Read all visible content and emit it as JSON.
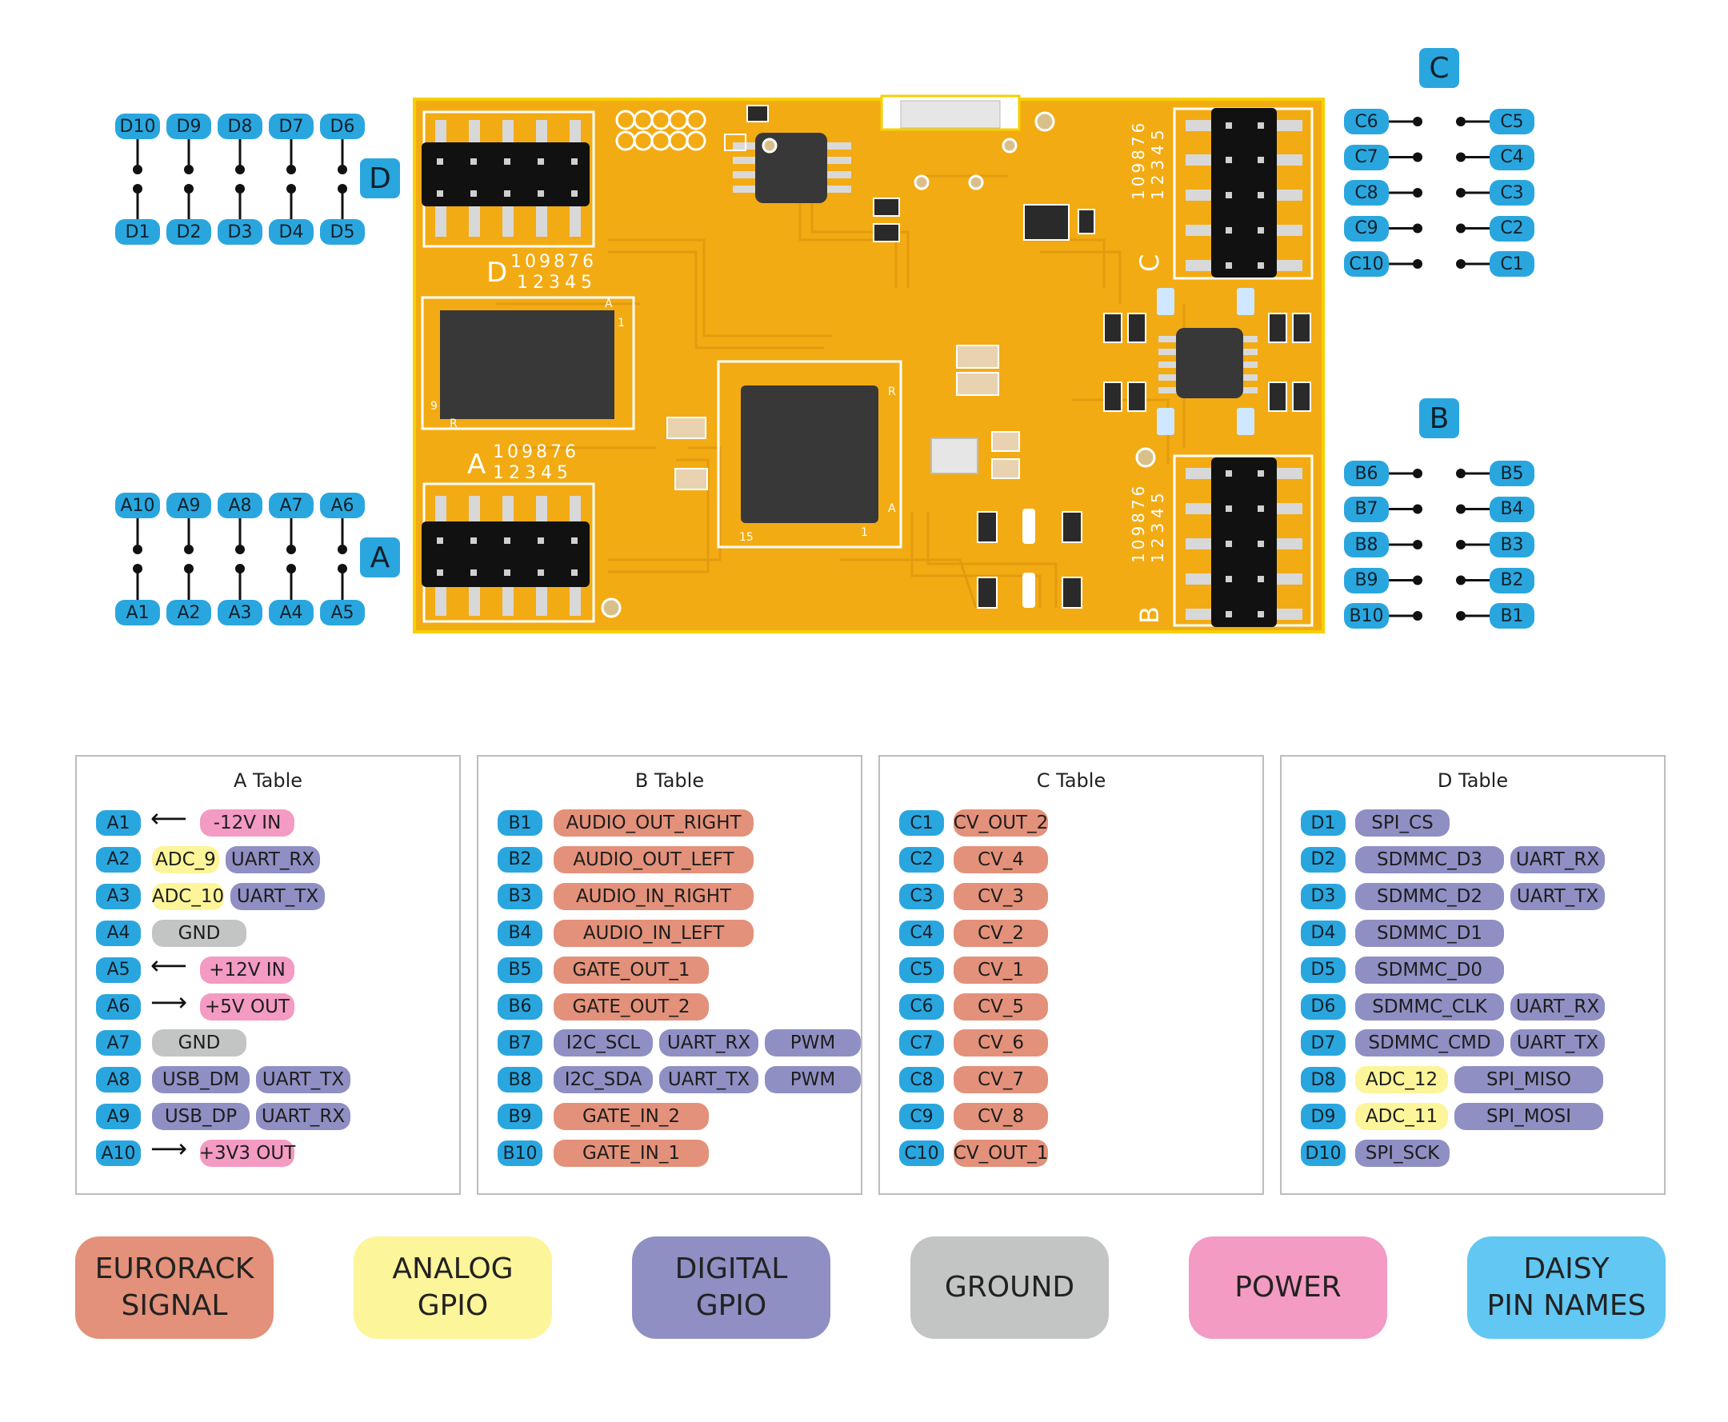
{
  "board": {
    "header_labels": {
      "A": "A",
      "B": "B",
      "C": "C",
      "D": "D"
    },
    "silk_numbers_top": "109876",
    "silk_numbers_bottom": "12345",
    "chip_marks": {
      "one": "1",
      "r": "R",
      "a": "A",
      "fifteen": "15",
      "nine": "9"
    }
  },
  "header_pins": {
    "D": {
      "top": [
        "D10",
        "D9",
        "D8",
        "D7",
        "D6"
      ],
      "bottom": [
        "D1",
        "D2",
        "D3",
        "D4",
        "D5"
      ]
    },
    "A": {
      "top": [
        "A10",
        "A9",
        "A8",
        "A7",
        "A6"
      ],
      "bottom": [
        "A1",
        "A2",
        "A3",
        "A4",
        "A5"
      ]
    },
    "C": {
      "left": [
        "C6",
        "C7",
        "C8",
        "C9",
        "C10"
      ],
      "right": [
        "C5",
        "C4",
        "C3",
        "C2",
        "C1"
      ]
    },
    "B": {
      "left": [
        "B6",
        "B7",
        "B8",
        "B9",
        "B10"
      ],
      "right": [
        "B5",
        "B4",
        "B3",
        "B2",
        "B1"
      ]
    }
  },
  "tables": [
    {
      "title": "A Table",
      "rows": [
        {
          "pin": "A1",
          "arrow": "⟵",
          "tags": [
            {
              "text": "-12V IN",
              "cat": "power"
            }
          ]
        },
        {
          "pin": "A2",
          "tags": [
            {
              "text": "ADC_9",
              "cat": "analog"
            },
            {
              "text": "UART_RX",
              "cat": "digital"
            }
          ]
        },
        {
          "pin": "A3",
          "tags": [
            {
              "text": "ADC_10",
              "cat": "analog"
            },
            {
              "text": "UART_TX",
              "cat": "digital"
            }
          ]
        },
        {
          "pin": "A4",
          "tags": [
            {
              "text": "GND",
              "cat": "ground"
            }
          ]
        },
        {
          "pin": "A5",
          "arrow": "⟵",
          "tags": [
            {
              "text": "+12V IN",
              "cat": "power"
            }
          ]
        },
        {
          "pin": "A6",
          "arrow": "⟶",
          "tags": [
            {
              "text": "+5V OUT",
              "cat": "power"
            }
          ]
        },
        {
          "pin": "A7",
          "tags": [
            {
              "text": "GND",
              "cat": "ground"
            }
          ]
        },
        {
          "pin": "A8",
          "tags": [
            {
              "text": "USB_DM",
              "cat": "digital"
            },
            {
              "text": "UART_TX",
              "cat": "digital"
            }
          ]
        },
        {
          "pin": "A9",
          "tags": [
            {
              "text": "USB_DP",
              "cat": "digital"
            },
            {
              "text": "UART_RX",
              "cat": "digital"
            }
          ]
        },
        {
          "pin": "A10",
          "arrow": "⟶",
          "tags": [
            {
              "text": "+3V3 OUT",
              "cat": "power"
            }
          ]
        }
      ]
    },
    {
      "title": "B Table",
      "rows": [
        {
          "pin": "B1",
          "tags": [
            {
              "text": "AUDIO_OUT_RIGHT",
              "cat": "signal"
            }
          ]
        },
        {
          "pin": "B2",
          "tags": [
            {
              "text": "AUDIO_OUT_LEFT",
              "cat": "signal"
            }
          ]
        },
        {
          "pin": "B3",
          "tags": [
            {
              "text": "AUDIO_IN_RIGHT",
              "cat": "signal"
            }
          ]
        },
        {
          "pin": "B4",
          "tags": [
            {
              "text": "AUDIO_IN_LEFT",
              "cat": "signal"
            }
          ]
        },
        {
          "pin": "B5",
          "tags": [
            {
              "text": "GATE_OUT_1",
              "cat": "signal"
            }
          ]
        },
        {
          "pin": "B6",
          "tags": [
            {
              "text": "GATE_OUT_2",
              "cat": "signal"
            }
          ]
        },
        {
          "pin": "B7",
          "tags": [
            {
              "text": "I2C_SCL",
              "cat": "digital"
            },
            {
              "text": "UART_RX",
              "cat": "digital"
            },
            {
              "text": "PWM",
              "cat": "digital"
            }
          ]
        },
        {
          "pin": "B8",
          "tags": [
            {
              "text": "I2C_SDA",
              "cat": "digital"
            },
            {
              "text": "UART_TX",
              "cat": "digital"
            },
            {
              "text": "PWM",
              "cat": "digital"
            }
          ]
        },
        {
          "pin": "B9",
          "tags": [
            {
              "text": "GATE_IN_2",
              "cat": "signal"
            }
          ]
        },
        {
          "pin": "B10",
          "tags": [
            {
              "text": "GATE_IN_1",
              "cat": "signal"
            }
          ]
        }
      ]
    },
    {
      "title": "C Table",
      "rows": [
        {
          "pin": "C1",
          "tags": [
            {
              "text": "CV_OUT_2",
              "cat": "signal"
            }
          ]
        },
        {
          "pin": "C2",
          "tags": [
            {
              "text": "CV_4",
              "cat": "signal"
            }
          ]
        },
        {
          "pin": "C3",
          "tags": [
            {
              "text": "CV_3",
              "cat": "signal"
            }
          ]
        },
        {
          "pin": "C4",
          "tags": [
            {
              "text": "CV_2",
              "cat": "signal"
            }
          ]
        },
        {
          "pin": "C5",
          "tags": [
            {
              "text": "CV_1",
              "cat": "signal"
            }
          ]
        },
        {
          "pin": "C6",
          "tags": [
            {
              "text": "CV_5",
              "cat": "signal"
            }
          ]
        },
        {
          "pin": "C7",
          "tags": [
            {
              "text": "CV_6",
              "cat": "signal"
            }
          ]
        },
        {
          "pin": "C8",
          "tags": [
            {
              "text": "CV_7",
              "cat": "signal"
            }
          ]
        },
        {
          "pin": "C9",
          "tags": [
            {
              "text": "CV_8",
              "cat": "signal"
            }
          ]
        },
        {
          "pin": "C10",
          "tags": [
            {
              "text": "CV_OUT_1",
              "cat": "signal"
            }
          ]
        }
      ]
    },
    {
      "title": "D Table",
      "rows": [
        {
          "pin": "D1",
          "tags": [
            {
              "text": "SPI_CS",
              "cat": "digital"
            }
          ]
        },
        {
          "pin": "D2",
          "tags": [
            {
              "text": "SDMMC_D3",
              "cat": "digital"
            },
            {
              "text": "UART_RX",
              "cat": "digital"
            }
          ]
        },
        {
          "pin": "D3",
          "tags": [
            {
              "text": "SDMMC_D2",
              "cat": "digital"
            },
            {
              "text": "UART_TX",
              "cat": "digital"
            }
          ]
        },
        {
          "pin": "D4",
          "tags": [
            {
              "text": "SDMMC_D1",
              "cat": "digital"
            }
          ]
        },
        {
          "pin": "D5",
          "tags": [
            {
              "text": "SDMMC_D0",
              "cat": "digital"
            }
          ]
        },
        {
          "pin": "D6",
          "tags": [
            {
              "text": "SDMMC_CLK",
              "cat": "digital"
            },
            {
              "text": "UART_RX",
              "cat": "digital"
            }
          ]
        },
        {
          "pin": "D7",
          "tags": [
            {
              "text": "SDMMC_CMD",
              "cat": "digital"
            },
            {
              "text": "UART_TX",
              "cat": "digital"
            }
          ]
        },
        {
          "pin": "D8",
          "tags": [
            {
              "text": "ADC_12",
              "cat": "analog"
            },
            {
              "text": "SPI_MISO",
              "cat": "digital"
            }
          ]
        },
        {
          "pin": "D9",
          "tags": [
            {
              "text": "ADC_11",
              "cat": "analog"
            },
            {
              "text": "SPI_MOSI",
              "cat": "digital"
            }
          ]
        },
        {
          "pin": "D10",
          "tags": [
            {
              "text": "SPI_SCK",
              "cat": "digital"
            }
          ]
        }
      ]
    }
  ],
  "legend": [
    {
      "label": "EURORACK\nSIGNAL",
      "cat": "signal",
      "color": "#e3917a"
    },
    {
      "label": "ANALOG\nGPIO",
      "cat": "analog",
      "color": "#fdf59a"
    },
    {
      "label": "DIGITAL\nGPIO",
      "cat": "digital",
      "color": "#8f8fc4"
    },
    {
      "label": "GROUND",
      "cat": "ground",
      "color": "#c3c4c4"
    },
    {
      "label": "POWER",
      "cat": "power",
      "color": "#f39bc3"
    },
    {
      "label": "DAISY\nPIN NAMES",
      "cat": "daisy",
      "color": "#62c7f2"
    }
  ],
  "colors": {
    "board": "#f3ab13",
    "board_edge": "#f6d000",
    "pin_name": "#2aa6df",
    "chip": "#383838"
  }
}
